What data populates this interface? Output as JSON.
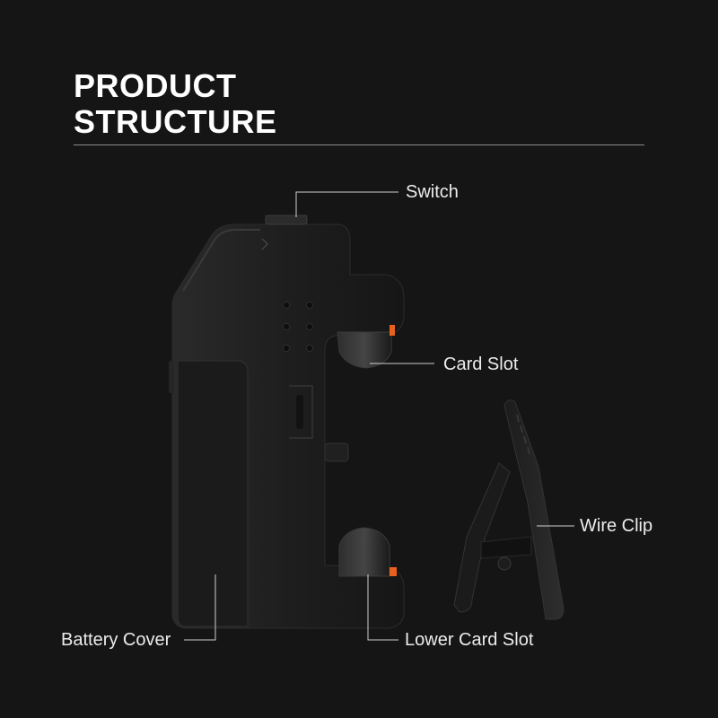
{
  "heading": {
    "line1": "PRODUCT",
    "line2": "STRUCTURE"
  },
  "callouts": {
    "switch": "Switch",
    "card_slot": "Card Slot",
    "wire_clip": "Wire Clip",
    "battery_cover": "Battery Cover",
    "lower_card_slot": "Lower Card Slot"
  },
  "colors": {
    "background": "#151515",
    "device": "#1f1f1f",
    "accent": "#e8621e",
    "text": "#ececec"
  }
}
